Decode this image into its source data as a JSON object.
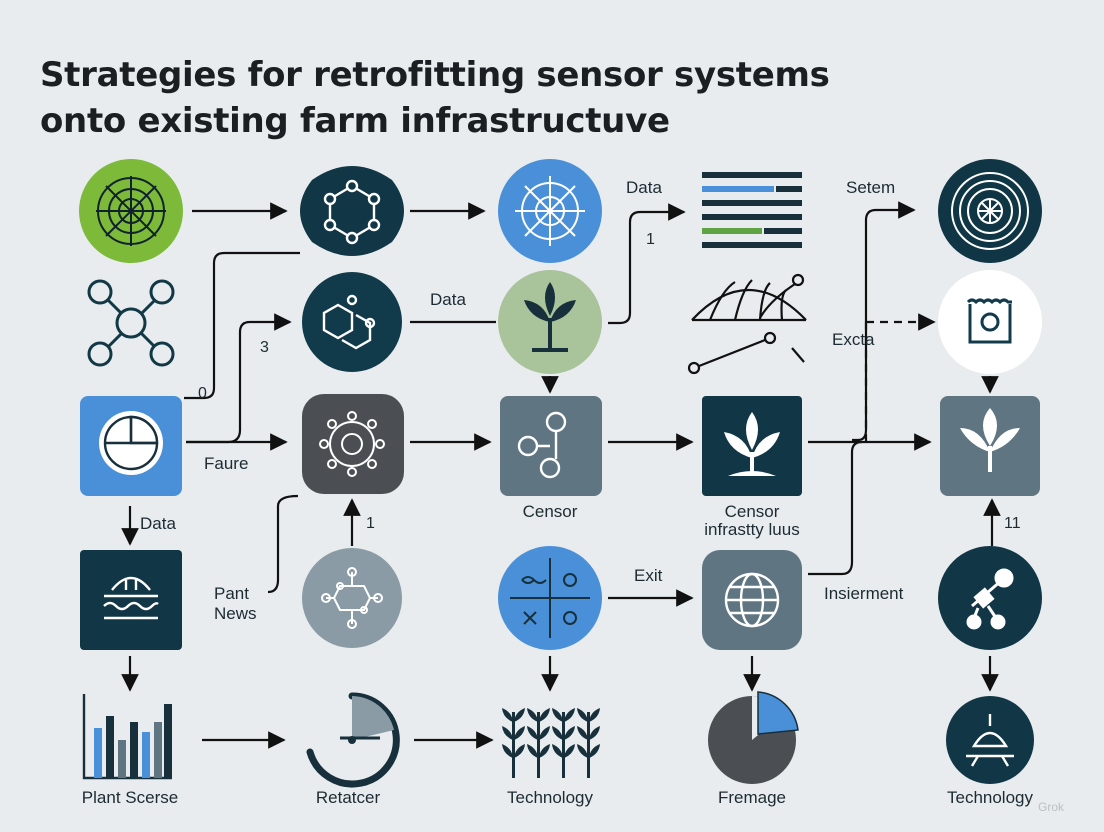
{
  "title_lines": [
    "Strategies for retrofitting sensor systems",
    "onto existing farm infrastructuve"
  ],
  "labels": {
    "data_top": "Data",
    "one_top": "1",
    "setem": "Setem",
    "data_mid": "Data",
    "three": "3",
    "zero": "0",
    "excta": "Excta",
    "faure": "Faure",
    "data_left": "Data",
    "censor": "Censor",
    "censor2_line1": "Censor",
    "censor2_line2": "infrastty luus",
    "one_mid": "1",
    "eleven": "11",
    "pant_line1": "Pant",
    "pant_line2": "News",
    "exit": "Exit",
    "insierment": "Insierment",
    "plant_scerse": "Plant Scerse",
    "retatcer": "Retatcer",
    "technology_1": "Technology",
    "fremage": "Fremage",
    "technology_2": "Technology"
  },
  "watermark": "Grok",
  "colors": {
    "green": "#7dba3a",
    "sage": "#a9c39b",
    "blue": "#4a90d9",
    "navy": "#0f3a4a",
    "dark_gray": "#4b4f54",
    "slate": "#5f7582",
    "light_slate": "#8a9ba6",
    "white": "#ffffff",
    "background": "#e8ecee"
  }
}
